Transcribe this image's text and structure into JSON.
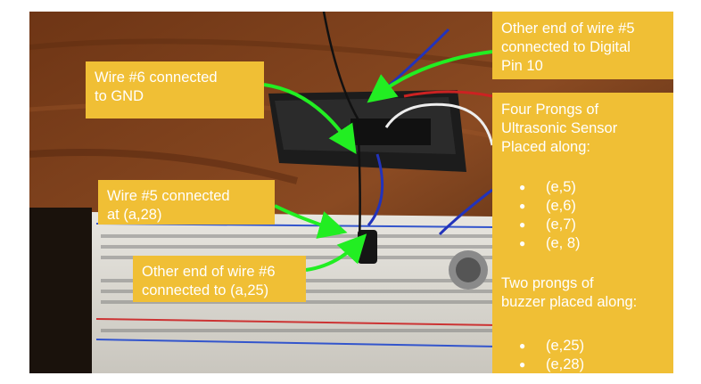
{
  "callouts": {
    "wire6": [
      "Wire #6 connected",
      "to GND"
    ],
    "wire5_end": [
      "Other end of wire #5",
      "connected to Digital",
      "Pin 10"
    ],
    "sensor": {
      "title": [
        "Four Prongs of",
        "Ultrasonic Sensor",
        "Placed along:"
      ],
      "sensor_prongs": [
        "(e,5)",
        "(e,6)",
        "(e,7)",
        "(e, 8)"
      ],
      "buzzer_title": [
        "Two prongs of",
        "buzzer placed along:"
      ],
      "buzzer_prongs": [
        "(e,25)",
        "(e,28)"
      ]
    },
    "wire5": [
      "Wire #5 connected",
      "at (a,28)"
    ],
    "wire6_end": [
      "Other end of wire #6",
      "connected to (a,25)"
    ]
  },
  "colors": {
    "callout_bg": "#f0bf35",
    "arrow": "#22ee22"
  }
}
